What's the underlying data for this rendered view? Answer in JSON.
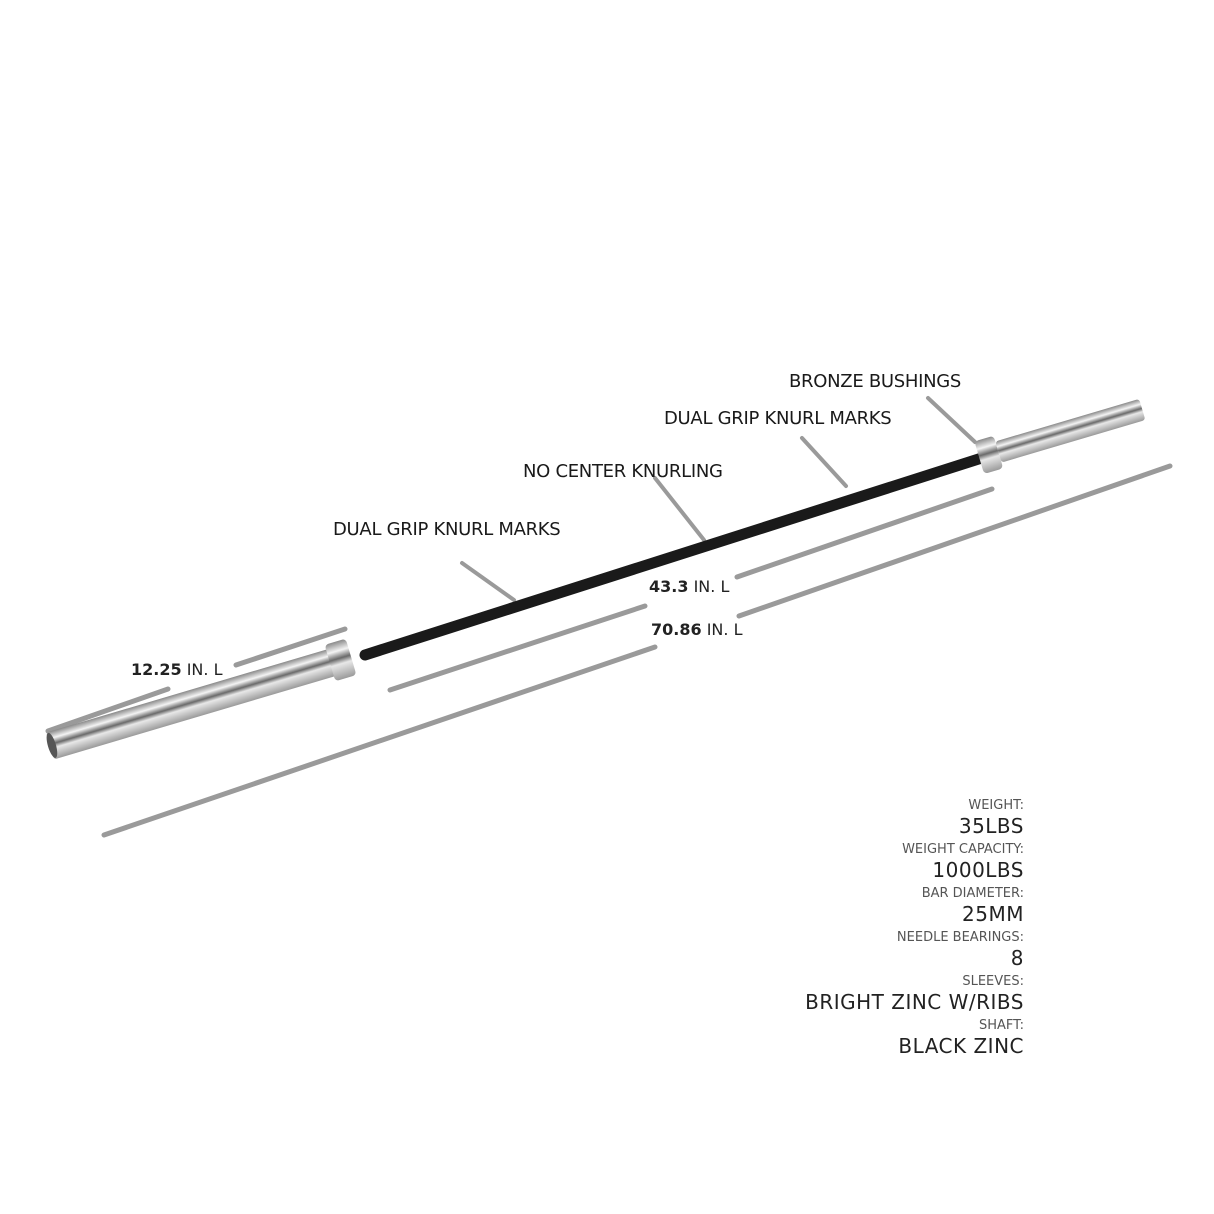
{
  "callouts": {
    "bronze_bushings": "BRONZE BUSHINGS",
    "dual_grip_upper": "DUAL GRIP KNURL MARKS",
    "no_center": "NO CENTER KNURLING",
    "dual_grip_lower": "DUAL GRIP KNURL MARKS"
  },
  "dimensions": {
    "sleeve": {
      "value": "12.25",
      "unit": "IN. L"
    },
    "shaft": {
      "value": "43.3",
      "unit": "IN. L"
    },
    "overall": {
      "value": "70.86",
      "unit": "IN. L"
    }
  },
  "specs": [
    {
      "label": "WEIGHT:",
      "value": "35LBS"
    },
    {
      "label": "WEIGHT CAPACITY:",
      "value": "1000LBS"
    },
    {
      "label": "BAR DIAMETER:",
      "value": "25MM"
    },
    {
      "label": "NEEDLE BEARINGS:",
      "value": "8"
    },
    {
      "label": "SLEEVES:",
      "value": "BRIGHT ZINC W/RIBS"
    },
    {
      "label": "SHAFT:",
      "value": "BLACK ZINC"
    }
  ],
  "colors": {
    "dimension_line": "#9a9a9a",
    "shaft": "#1a1a1a",
    "sleeve": "#c8c8c8"
  }
}
